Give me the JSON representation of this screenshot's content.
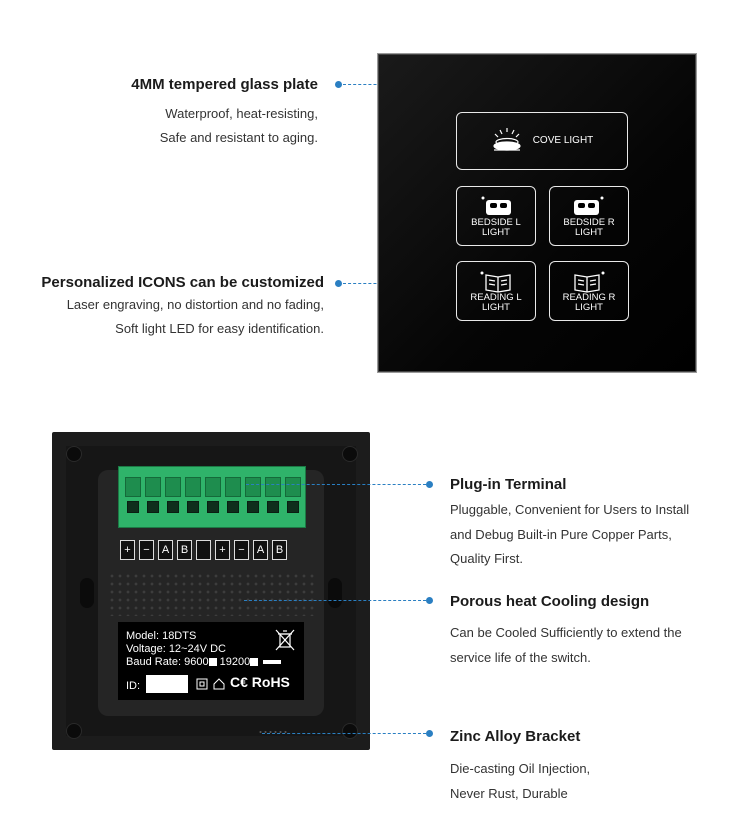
{
  "callouts": {
    "glass": {
      "title": "4MM tempered glass plate",
      "line1": "Waterproof, heat-resisting,",
      "line2": "Safe and resistant to aging."
    },
    "icons": {
      "title": "Personalized ICONS can be customized",
      "line1": "Laser engraving, no distortion and no fading,",
      "line2": "Soft light LED for easy identification."
    },
    "terminal": {
      "title": "Plug-in Terminal",
      "line1": "Pluggable, Convenient for Users to Install",
      "line2": "and Debug Built-in Pure Copper Parts,",
      "line3": "Quality First."
    },
    "cooling": {
      "title": "Porous heat Cooling design",
      "line1": "Can be Cooled Sufficiently to extend the",
      "line2": "service life of the switch."
    },
    "bracket": {
      "title": "Zinc Alloy Bracket",
      "line1": "Die-casting Oil Injection,",
      "line2": "Never Rust, Durable"
    }
  },
  "keys": {
    "cove": "COVE LIGHT",
    "bedside_l_1": "BEDSIDE L",
    "bedside_l_2": "LIGHT",
    "bedside_r_1": "BEDSIDE R",
    "bedside_r_2": "LIGHT",
    "reading_l_1": "READING L",
    "reading_l_2": "LIGHT",
    "reading_r_1": "READING R",
    "reading_r_2": "LIGHT"
  },
  "pins": [
    "+",
    "−",
    "A",
    "B",
    "",
    "+",
    "−",
    "A",
    "B"
  ],
  "module_label": {
    "model": "Model: 18DTS",
    "voltage": "Voltage: 12~24V DC",
    "baud_prefix": "Baud Rate: 9600",
    "baud_19200": "19200",
    "id": "ID:",
    "cert": "C€ RoHS"
  },
  "colors": {
    "accent": "#2a7fc2",
    "terminal_green": "#2fb36a",
    "plate_black": "#0a0a0a"
  },
  "icons": [
    "ceiling-lamp-icon",
    "bed-icon",
    "book-icon",
    "weee-bin-icon",
    "square-box-icon",
    "house-icon"
  ]
}
